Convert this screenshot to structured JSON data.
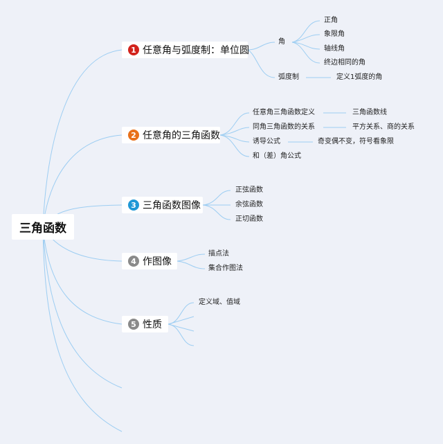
{
  "root": {
    "label": "三角函数"
  },
  "colors": {
    "line": "#9ccdf2",
    "badge_red": "#d2231c",
    "badge_orange": "#e8701a",
    "badge_blue": "#1f98d6",
    "badge_gray": "#8a8a8a",
    "background": "#eef1f8"
  },
  "branches": [
    {
      "num": "1",
      "label": "任意角与弧度制：单位圆"
    },
    {
      "num": "2",
      "label": "任意角的三角函数"
    },
    {
      "num": "3",
      "label": "三角函数图像"
    },
    {
      "num": "4",
      "label": "作图像"
    },
    {
      "num": "5",
      "label": "性质"
    }
  ],
  "b1": {
    "angle": "角",
    "angle_children": [
      "正角",
      "象限角",
      "轴线角",
      "终边相同的角"
    ],
    "radian": "弧度制",
    "radian_child": "定义1弧度的角"
  },
  "b2": {
    "items": [
      "任意角三角函数定义",
      "同角三角函数的关系",
      "诱导公式",
      "和（差）角公式"
    ],
    "details": [
      "三角函数线",
      "平方关系、商的关系",
      "奇变偶不变，符号看象限"
    ]
  },
  "b3": {
    "items": [
      "正弦函数",
      "余弦函数",
      "正切函数"
    ]
  },
  "b4": {
    "items": [
      "描点法",
      "集合作图法"
    ]
  },
  "b5": {
    "items": [
      "定义域、值域"
    ]
  }
}
